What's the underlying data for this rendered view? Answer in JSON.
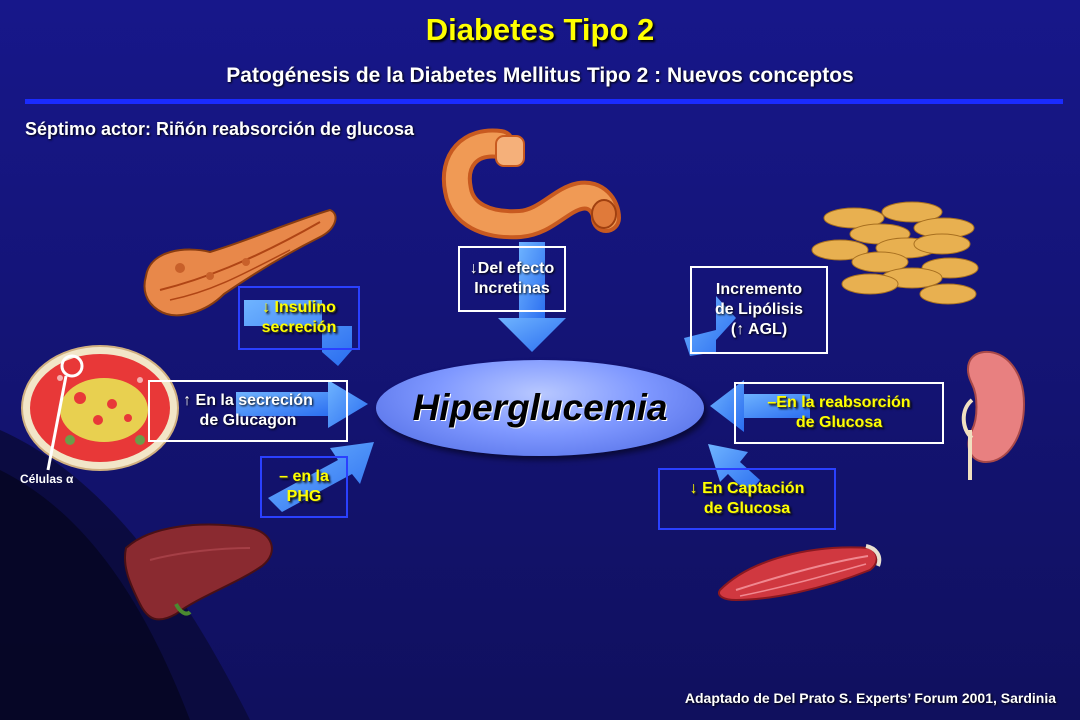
{
  "header": {
    "title": "Diabetes Tipo 2",
    "subtitle": "Patogénesis de la Diabetes Mellitus Tipo 2 :  Nuevos conceptos",
    "section": "Séptimo  actor: Riñón reabsorción de glucosa"
  },
  "center": {
    "label": "Hiperglucemia"
  },
  "boxes": {
    "incretinas": {
      "line1": "↓Del efecto",
      "line2": "Incretinas"
    },
    "insulina": {
      "line1": "↓ Insulino",
      "line2": "secreción"
    },
    "glucagon": {
      "line1": "↑ En la secreción",
      "line2": "de Glucagon"
    },
    "phg": {
      "line1": "– en la",
      "line2": "PHG"
    },
    "lipolisis": {
      "line1": "Incremento",
      "line2": "de Lipólisis",
      "line3": "(↑ AGL)"
    },
    "reabsorcion": {
      "line1": "–En la reabsorción",
      "line2": "de Glucosa"
    },
    "captacion": {
      "line1": "↓ En Captación",
      "line2": "de Glucosa"
    }
  },
  "labels": {
    "celulas": "Células α"
  },
  "footer": {
    "credit": "Adaptado de Del Prato S. Experts’ Forum 2001, Sardinia"
  },
  "colors": {
    "background": "#13137a",
    "title": "#ffff00",
    "arrow": "#3d8cff",
    "rule": "#1a2bff"
  },
  "icons": [
    "pancreas-icon",
    "islet-cells-icon",
    "liver-icon",
    "intestine-icon",
    "adipose-cells-icon",
    "kidney-icon",
    "muscle-icon"
  ]
}
